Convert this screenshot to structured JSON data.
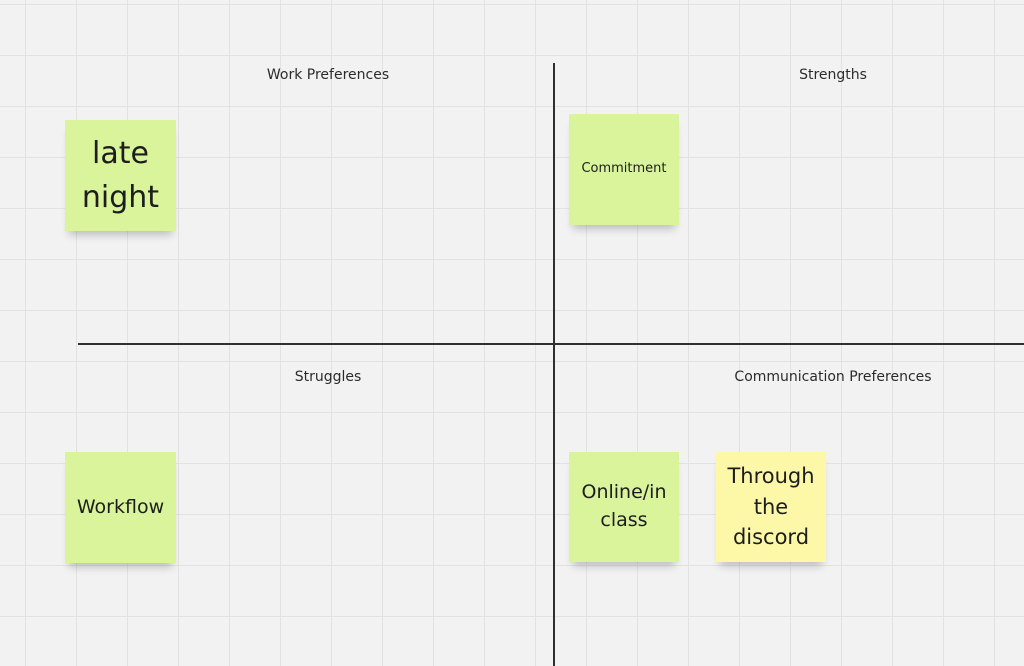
{
  "quadrants": {
    "top_left": "Work Preferences",
    "top_right": "Strengths",
    "bottom_left": "Struggles",
    "bottom_right": "Communication Preferences"
  },
  "notes": {
    "late_night": {
      "text": "late night",
      "color": "#d9f49a"
    },
    "commitment": {
      "text": "Commitment",
      "color": "#d9f49a"
    },
    "workflow": {
      "text": "Workflow",
      "color": "#d9f49a"
    },
    "online_in_class": {
      "text": "Online/in class",
      "color": "#d9f49a"
    },
    "through_the_discord": {
      "text": "Through the discord",
      "color": "#fdf8a8"
    }
  }
}
